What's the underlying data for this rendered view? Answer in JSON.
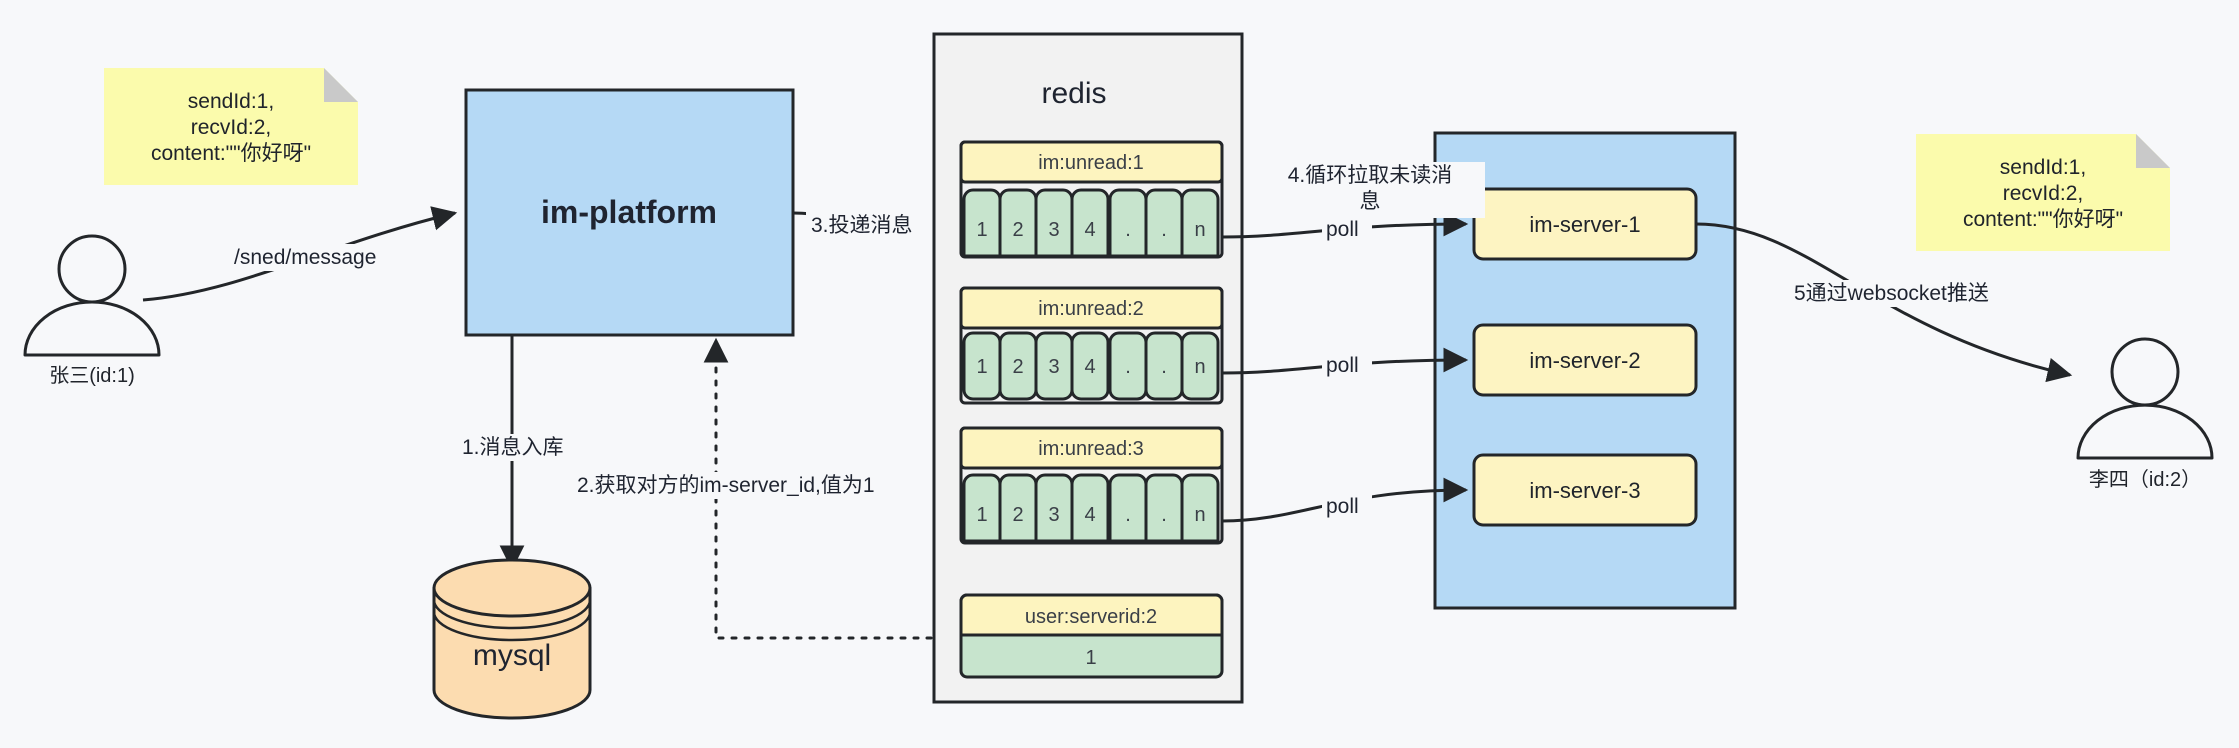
{
  "diagram": {
    "title": "IM message delivery architecture",
    "colors": {
      "background": "#f7f8fa",
      "stroke": "#232629",
      "note_yellow": "#fbfbac",
      "note_fold": "#c9c9c9",
      "blue_box": "#b5d9f5",
      "key_yellow": "#fdf4bf",
      "cell_green": "#c7e4cd",
      "server_yellow": "#fdf4c2",
      "container_gray": "#f2f2f2",
      "mysql_orange": "#fcdcb0",
      "text": "#20242b"
    },
    "notes": [
      {
        "name": "note-left",
        "lines": [
          "sendId:1,",
          "recvId:2,",
          "content:\"\"你好呀\""
        ]
      },
      {
        "name": "note-right",
        "lines": [
          "sendId:1,",
          "recvId:2,",
          "content:\"\"你好呀\""
        ]
      }
    ],
    "actors": [
      {
        "name": "actor-sender",
        "label": "张三(id:1)"
      },
      {
        "name": "actor-receiver",
        "label": "李四（id:2）"
      }
    ],
    "nodes": {
      "im_platform": {
        "label": "im-platform"
      },
      "mysql": {
        "label": "mysql"
      },
      "redis": {
        "label": "redis"
      },
      "server_group": {
        "label": ""
      }
    },
    "servers": [
      {
        "label": "im-server-1"
      },
      {
        "label": "im-server-2"
      },
      {
        "label": "im-server-3"
      }
    ],
    "redis_keys": [
      {
        "key": "im:unread:1",
        "cells": [
          "1",
          "2",
          "3",
          "4",
          ".",
          ".",
          "n"
        ]
      },
      {
        "key": "im:unread:2",
        "cells": [
          "1",
          "2",
          "3",
          "4",
          ".",
          ".",
          "n"
        ]
      },
      {
        "key": "im:unread:3",
        "cells": [
          "1",
          "2",
          "3",
          "4",
          ".",
          ".",
          "n"
        ]
      }
    ],
    "redis_value_box": {
      "key": "user:serverid:2",
      "value": "1"
    },
    "edge_labels": {
      "send_message": "/sned/message",
      "step1": "1.消息入库",
      "step2": "2.获取对方的im-server_id,值为1",
      "step3": "3.投递消息",
      "step4_line1": "4.循环拉取未读消",
      "step4_line2": "息",
      "step5": "5通过websocket推送",
      "poll1": "poll",
      "poll2": "poll",
      "poll3": "poll"
    }
  }
}
